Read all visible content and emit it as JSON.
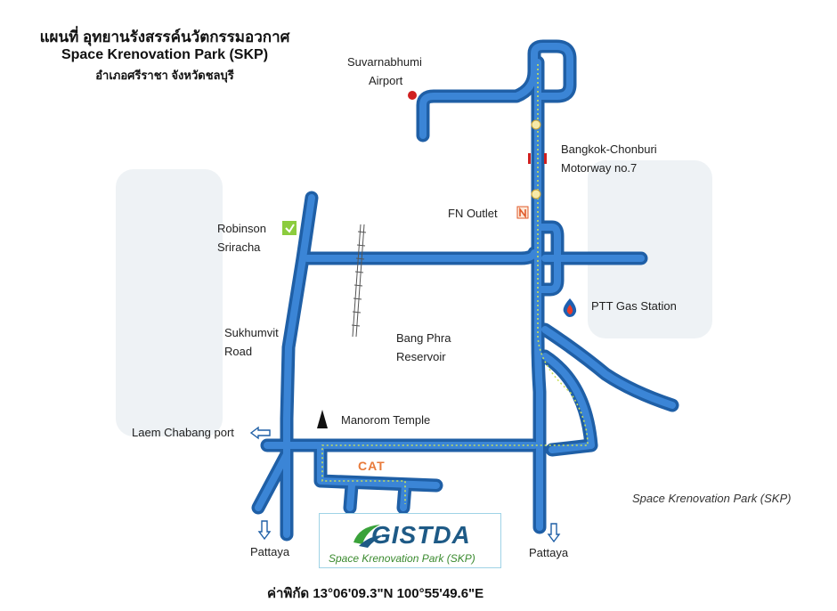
{
  "header": {
    "title_thai": "แผนที่ อุทยานรังสรรค์นวัตกรรมอวกาศ",
    "title_en": "Space Krenovation Park (SKP)",
    "subtitle_thai": "อำเภอศรีราชา จังหวัดชลบุรี"
  },
  "places": {
    "airport_line1": "Suvarnabhumi",
    "airport_line2": "Airport",
    "motorway_line1": "Bangkok-Chonburi",
    "motorway_line2": "Motorway no.7",
    "fn_outlet": "FN Outlet",
    "robinson_line1": "Robinson",
    "robinson_line2": "Sriracha",
    "ptt": "PTT Gas Station",
    "sukhumvit_line1": "Sukhumvit",
    "sukhumvit_line2": "Road",
    "reservoir_line1": "Bang Phra",
    "reservoir_line2": "Reservoir",
    "temple": "Manorom Temple",
    "laem_chabang": "Laem Chabang port",
    "cat": "CAT",
    "pattaya_left": "Pattaya",
    "pattaya_right": "Pattaya"
  },
  "skp_label": "Space Krenovation Park (SKP)",
  "logo": {
    "wordmark": "GISTDA",
    "sub": "Space Krenovation Park (SKP)"
  },
  "coordinates": "ค่าพิกัด  13°06'09.3\"N 100°55'49.6\"E",
  "colors": {
    "road": "#2a6fb8",
    "road_inner": "#5b9de0",
    "route_dots": "#c8e05a",
    "airport_dot": "#d02020",
    "cat": "#e87a3a"
  },
  "icons": [
    "airport-marker-icon",
    "robinson-icon",
    "fn-outlet-icon",
    "ptt-icon",
    "temple-icon",
    "arrow-left-icon",
    "arrow-down-icon"
  ]
}
